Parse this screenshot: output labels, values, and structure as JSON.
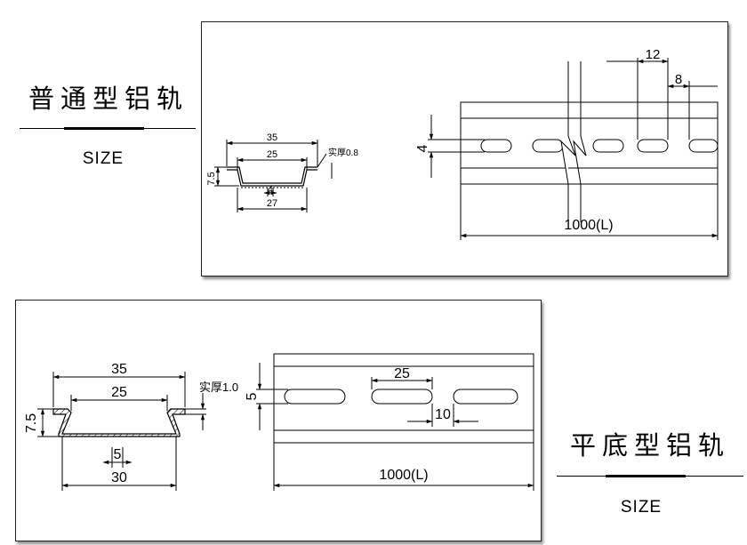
{
  "top": {
    "title": "普通型铝轨",
    "size_label": "SIZE",
    "profile": {
      "width_outer": "35",
      "width_inner": "25",
      "height": "7.5",
      "slot": "4",
      "bottom": "27",
      "thickness": "实厚0.8"
    },
    "rail": {
      "hole_height": "4",
      "spacing_1": "12",
      "spacing_2": "8",
      "length": "1000(L)"
    }
  },
  "bottom": {
    "title": "平底型铝轨",
    "size_label": "SIZE",
    "profile": {
      "width_outer": "35",
      "width_inner": "25",
      "height": "7.5",
      "slot": "5",
      "bottom": "30",
      "thickness": "实厚1.0"
    },
    "rail": {
      "hole_height": "5",
      "hole_length": "25",
      "spacing": "10",
      "length": "1000(L)"
    }
  }
}
